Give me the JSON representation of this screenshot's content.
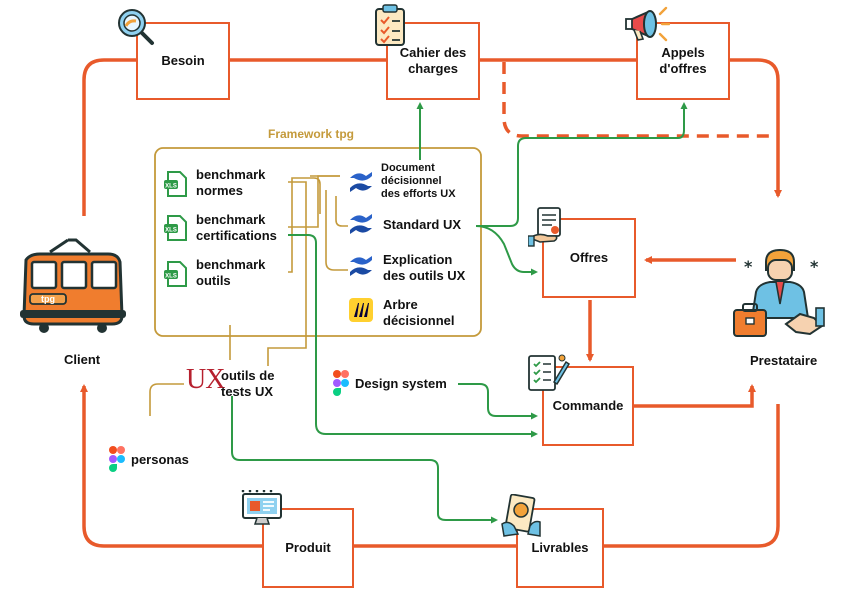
{
  "title": "",
  "nodes": {
    "besoin": "Besoin",
    "cahier": "Cahier des charges",
    "appels": "Appels d'offres",
    "offres": "Offres",
    "commande": "Commande",
    "livrables": "Livrables",
    "produit": "Produit",
    "client": "Client",
    "prestataire": "Prestataire"
  },
  "framework": {
    "title": "Framework tpg",
    "inputs": [
      "benchmark normes",
      "benchmark certifications",
      "benchmark outils"
    ],
    "outputs": [
      "Document décisionnel des efforts UX",
      "Standard UX",
      "Explication des outils UX",
      "Arbre décisionnel"
    ]
  },
  "tools": {
    "outils_tests": "outils de tests UX",
    "design_system": "Design system",
    "personas": "personas",
    "ux_logo_text": "UX",
    "tram_logo_text": "tpg",
    "excel_badge": "XLS"
  },
  "colors": {
    "main_flow": "#e85a2b",
    "framework_flow": "#2e9a47",
    "framework_border": "#c49a3b",
    "confluence": "#2a62c9",
    "ux_red": "#b6202e"
  },
  "icons": [
    "search-icon",
    "checklist-icon",
    "megaphone-icon",
    "offer-document-icon",
    "order-form-icon",
    "deliverable-icon",
    "monitor-icon",
    "tram-icon",
    "handshake-person-icon",
    "excel-icon",
    "confluence-icon",
    "miro-icon",
    "figma-icon"
  ]
}
